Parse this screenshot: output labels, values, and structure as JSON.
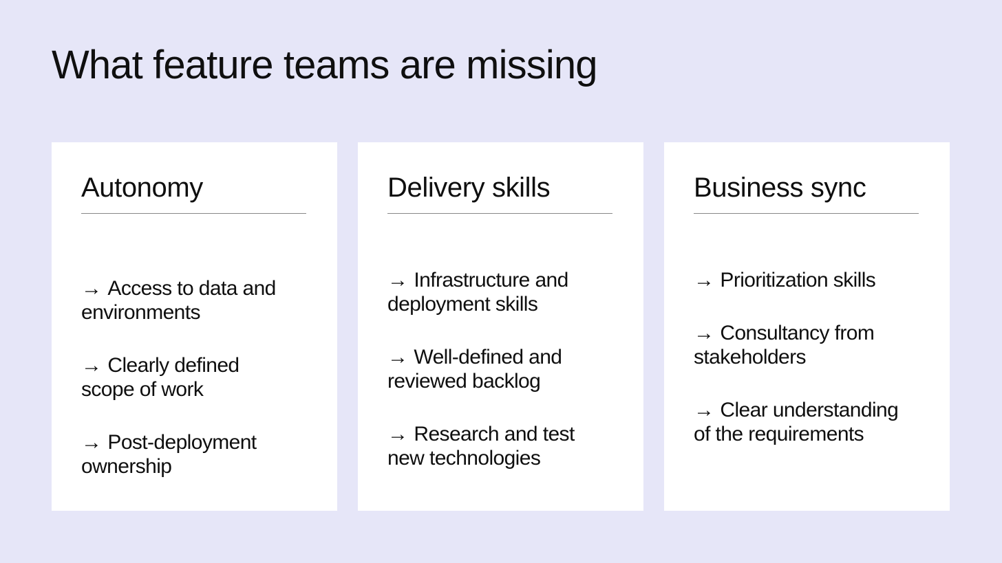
{
  "slide": {
    "title": "What feature teams are missing",
    "background_color": "#e6e6f8",
    "card_background_color": "#ffffff",
    "text_color": "#0f0f0f",
    "divider_color": "#878787"
  },
  "arrow_icon": "→",
  "cards": [
    {
      "heading": "Autonomy",
      "items": [
        "Access to data and\nenvironments",
        "Clearly defined\nscope of work",
        "Post-deployment\nownership"
      ]
    },
    {
      "heading": "Delivery skills",
      "items": [
        "Infrastructure and\ndeployment skills",
        "Well-defined and\nreviewed backlog",
        "Research and test\nnew technologies"
      ]
    },
    {
      "heading": "Business sync",
      "items": [
        "Prioritization skills",
        "Consultancy from\nstakeholders",
        "Clear understanding\nof the requirements"
      ]
    }
  ]
}
